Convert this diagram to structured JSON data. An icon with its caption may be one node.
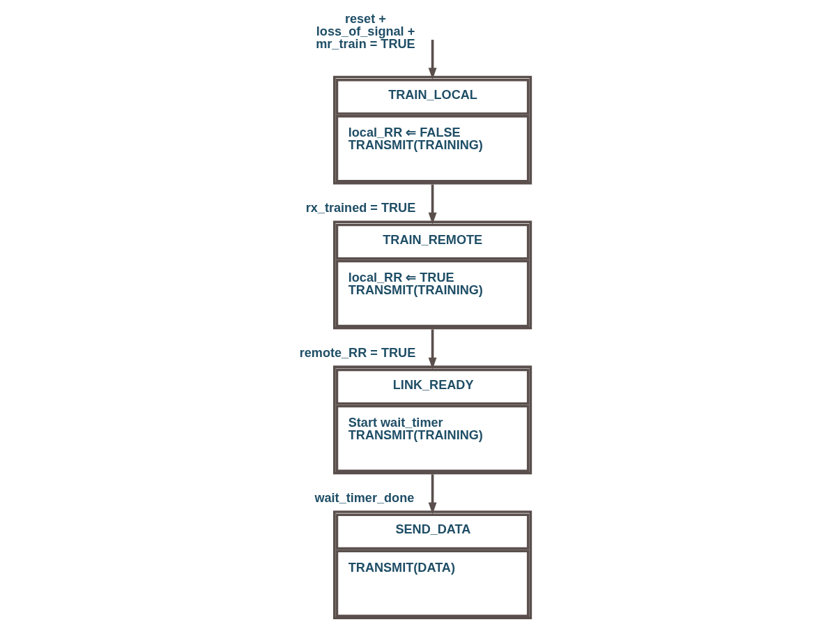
{
  "diagram": {
    "nodes": [
      {
        "text": [
          "TRAIN_LOCAL",
          "local_RR ⇐ FALSE",
          "TRANSMIT(TRAINING)"
        ]
      },
      {
        "text": [
          "TRAIN_REMOTE",
          "local_RR ⇐ TRUE",
          "TRANSMIT(TRAINING)"
        ]
      },
      {
        "text": [
          "LINK_READY",
          "Start wait_timer",
          "TRANSMIT(TRAINING)"
        ]
      },
      {
        "text": [
          "SEND_DATA",
          "TRANSMIT(DATA)"
        ]
      }
    ],
    "edges": [
      {
        "from": null,
        "to": 0,
        "arrow": "to",
        "label": "reset + loss_of_signal + mr_train = TRUE"
      },
      {
        "from": 0,
        "to": 1,
        "arrow": "to",
        "label": "rx_trained = TRUE"
      },
      {
        "from": 1,
        "to": 2,
        "arrow": "to",
        "label": "remote_RR = TRUE"
      },
      {
        "from": 2,
        "to": 3,
        "arrow": "to",
        "label": "wait_timer_done"
      }
    ]
  }
}
